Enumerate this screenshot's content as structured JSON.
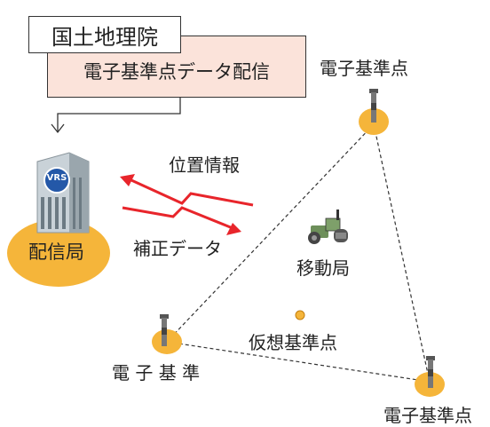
{
  "gsi": {
    "label": "国土地理院"
  },
  "distribution": {
    "label": "電子基準点データ配信"
  },
  "station": {
    "label": "配信局",
    "badge": "VRS"
  },
  "arrows": {
    "position_label": "位置情報",
    "correction_label": "補正データ"
  },
  "rover": {
    "label": "移動局"
  },
  "virtual_point": {
    "label": "仮想基準点"
  },
  "reference_points": [
    {
      "label": "電子基準点"
    },
    {
      "label": "電 子 基 準"
    },
    {
      "label": "電子基準点"
    }
  ],
  "colors": {
    "ellipse": "#f5b53a",
    "arrow": "#e8252b",
    "box_fill": "#fbe3da"
  }
}
